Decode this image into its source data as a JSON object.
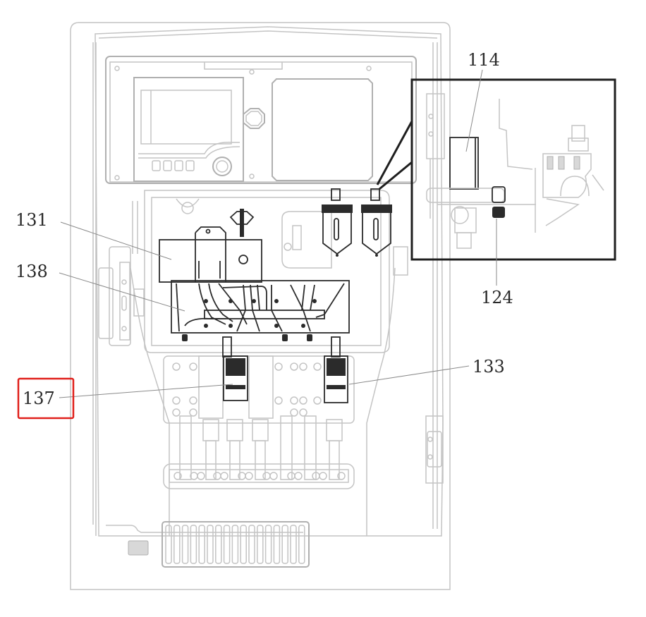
{
  "figure": {
    "description": "Analyzer cabinet with door open, interior component callouts and detail inset",
    "colors": {
      "outline": "#c4c4c4",
      "highlight_components": "#2b2b2b",
      "label_text": "#2a2a2a",
      "callout_highlight": "#e0201b"
    }
  },
  "callouts": [
    {
      "id": "131",
      "label": "131",
      "highlighted": false
    },
    {
      "id": "138",
      "label": "138",
      "highlighted": false
    },
    {
      "id": "137",
      "label": "137",
      "highlighted": true
    },
    {
      "id": "133",
      "label": "133",
      "highlighted": false
    },
    {
      "id": "114",
      "label": "114",
      "highlighted": false
    },
    {
      "id": "124",
      "label": "124",
      "highlighted": false
    }
  ],
  "inset": {
    "title": "detail-view",
    "labels": [
      "114",
      "124"
    ]
  }
}
